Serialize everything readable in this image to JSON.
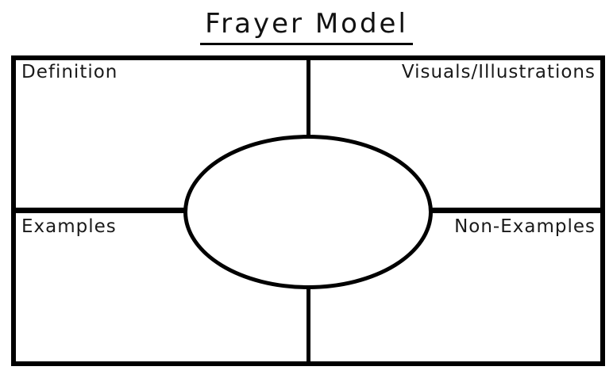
{
  "title": "Frayer Model",
  "colors": {
    "line": "#000000",
    "background": "#ffffff",
    "text": "#1a1a1a"
  },
  "quadrants": {
    "top_left": {
      "label": "Definition"
    },
    "top_right": {
      "label": "Visuals/Illustrations"
    },
    "bottom_left": {
      "label": "Examples"
    },
    "bottom_right": {
      "label": "Non-Examples"
    }
  }
}
